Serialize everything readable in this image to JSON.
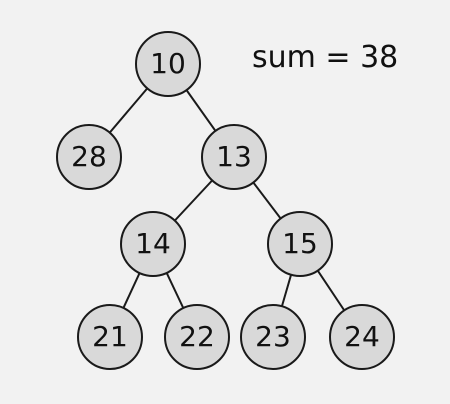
{
  "annotation": {
    "sum_text": "sum = 38"
  },
  "tree": {
    "node_fill": "#d9d9d9",
    "node_stroke": "#1a1a1a",
    "edge_color": "#1a1a1a",
    "nodes": [
      {
        "id": "n10",
        "value": "10"
      },
      {
        "id": "n28",
        "value": "28"
      },
      {
        "id": "n13",
        "value": "13"
      },
      {
        "id": "n14",
        "value": "14"
      },
      {
        "id": "n15",
        "value": "15"
      },
      {
        "id": "n21",
        "value": "21"
      },
      {
        "id": "n22",
        "value": "22"
      },
      {
        "id": "n23",
        "value": "23"
      },
      {
        "id": "n24",
        "value": "24"
      }
    ],
    "edges": [
      [
        "n10",
        "n28"
      ],
      [
        "n10",
        "n13"
      ],
      [
        "n13",
        "n14"
      ],
      [
        "n13",
        "n15"
      ],
      [
        "n14",
        "n21"
      ],
      [
        "n14",
        "n22"
      ],
      [
        "n15",
        "n23"
      ],
      [
        "n15",
        "n24"
      ]
    ]
  }
}
